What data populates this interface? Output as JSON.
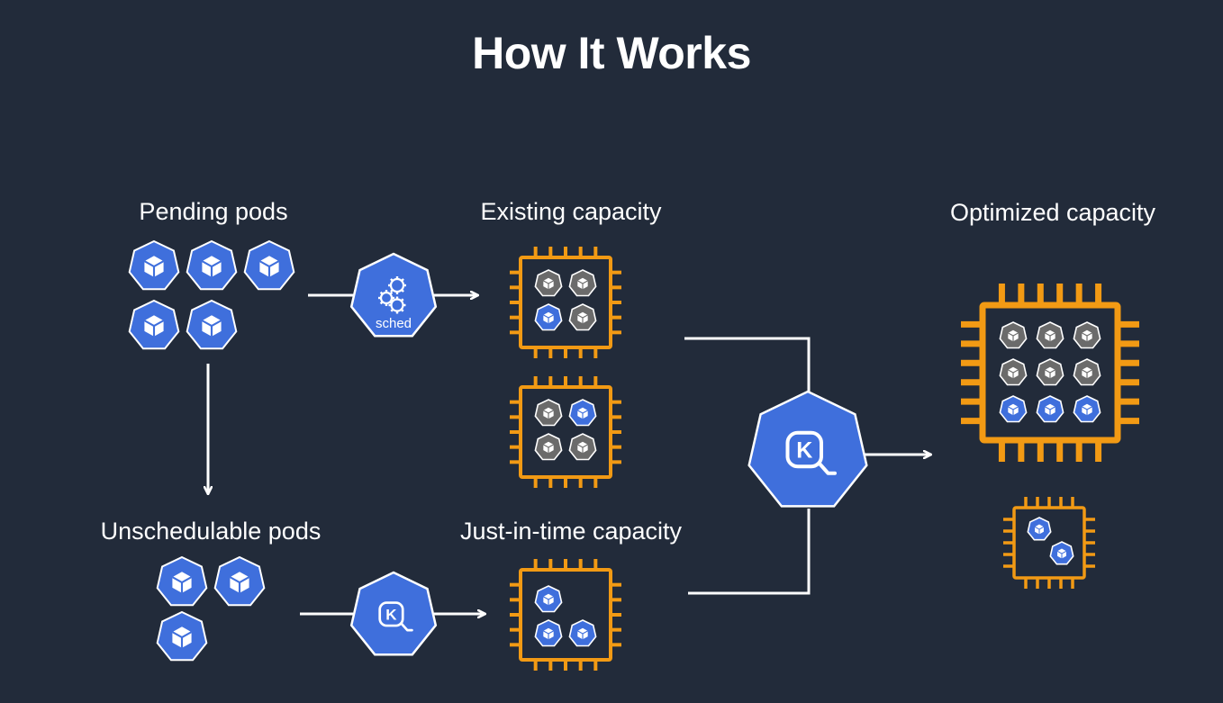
{
  "title": "How It Works",
  "labels": {
    "pending_pods": "Pending pods",
    "existing_capacity": "Existing capacity",
    "optimized_capacity": "Optimized capacity",
    "unschedulable_pods": "Unschedulable pods",
    "just_in_time_capacity": "Just-in-time capacity"
  },
  "scheduler": {
    "text": "sched",
    "icon": "gears-icon"
  },
  "karpenter": {
    "letter": "K",
    "icon": "karpenter-icon"
  },
  "colors": {
    "background": "#222b3a",
    "pod_blue": "#3f6fdc",
    "pod_gray": "#6b6b6b",
    "chip_orange": "#f29a14",
    "line": "#ffffff"
  },
  "pods": {
    "pending_count": 5,
    "unschedulable_count": 3
  },
  "nodes": {
    "existing_1": [
      "gray",
      "gray",
      "blue",
      "gray"
    ],
    "existing_2": [
      "gray",
      "blue",
      "gray",
      "gray"
    ],
    "just_in_time": [
      "blue",
      "blue",
      "blue"
    ],
    "optimized_large": [
      "gray",
      "gray",
      "gray",
      "gray",
      "gray",
      "gray",
      "blue",
      "blue",
      "blue"
    ],
    "optimized_small": [
      "blue",
      "blue"
    ]
  }
}
